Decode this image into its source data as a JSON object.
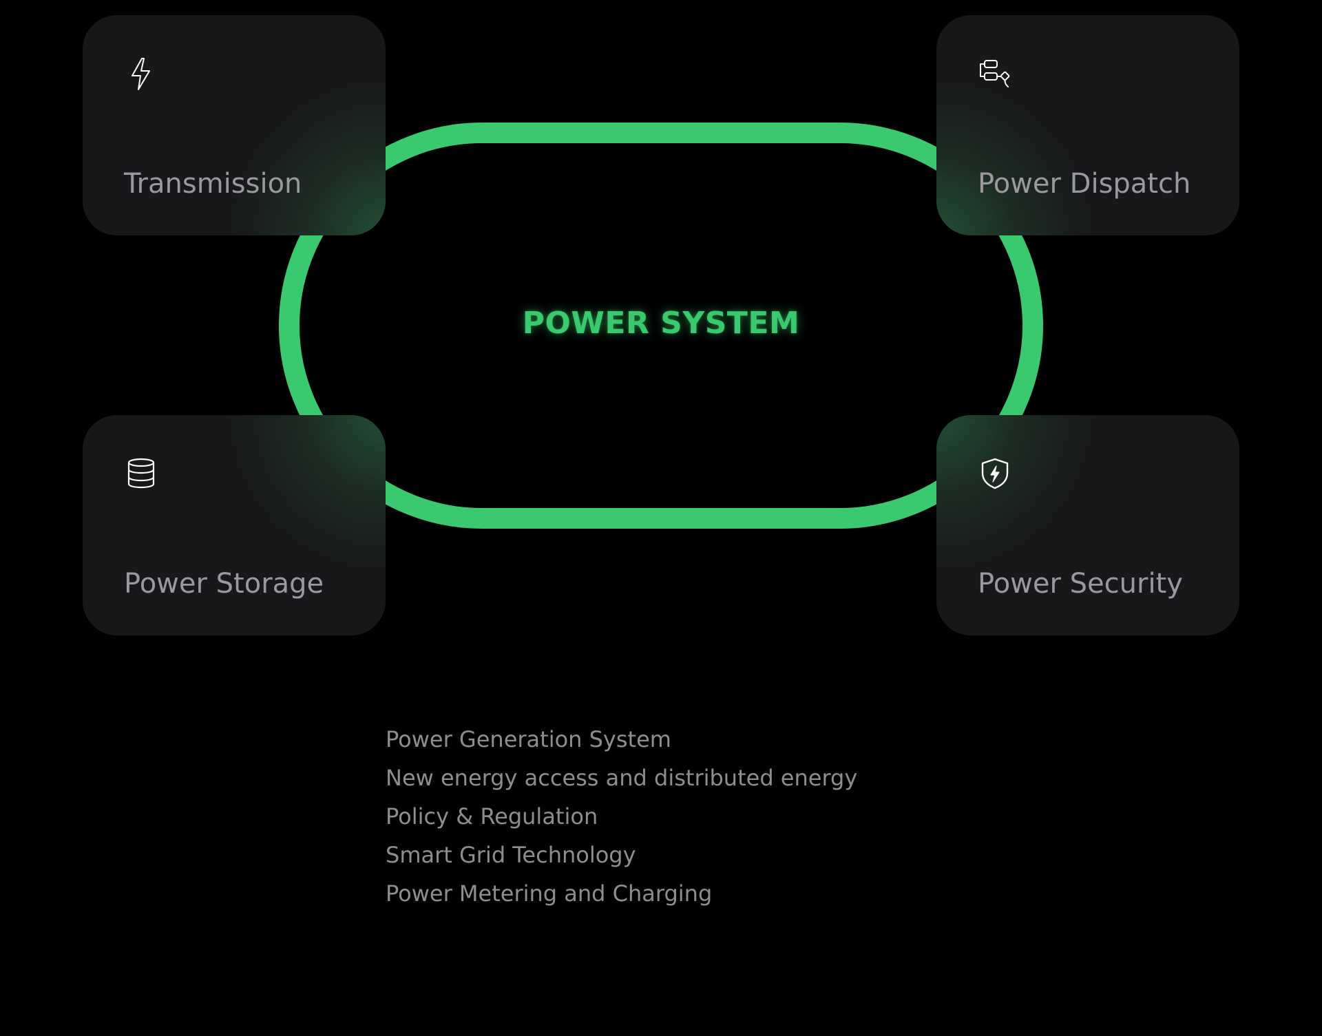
{
  "diagram": {
    "center_title": "POWER SYSTEM",
    "accent_color": "#3ac96e",
    "cards": [
      {
        "label": "Transmission",
        "icon": "lightning-bolt-icon"
      },
      {
        "label": "Power Dispatch",
        "icon": "dispatch-flow-icon"
      },
      {
        "label": "Power Storage",
        "icon": "database-storage-icon"
      },
      {
        "label": "Power Security",
        "icon": "shield-bolt-icon"
      }
    ]
  },
  "topics": [
    "Power Generation System",
    "New energy access and distributed energy",
    "Policy & Regulation",
    "Smart Grid Technology",
    "Power Metering and Charging"
  ]
}
